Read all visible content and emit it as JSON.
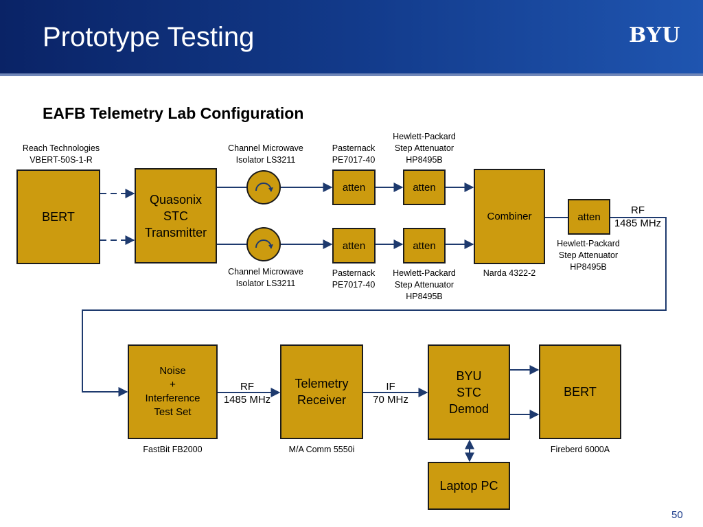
{
  "slide": {
    "title": "Prototype Testing",
    "logo_text": "BYU",
    "subtitle": "EAFB Telemetry Lab Configuration",
    "page_number": "50"
  },
  "colors": {
    "header": "#123a8a",
    "block_fill": "#cc9b0f",
    "wire": "#1e3a6e"
  },
  "blocks": {
    "bert_tx": "BERT",
    "transmitter": "Quasonix\nSTC\nTransmitter",
    "atten_top_1": "atten",
    "atten_top_2": "atten",
    "atten_bot_1": "atten",
    "atten_bot_2": "atten",
    "combiner": "Combiner",
    "atten_out": "atten",
    "noise": "Noise\n+\nInterference\nTest Set",
    "receiver": "Telemetry\nReceiver",
    "demod": "BYU\nSTC\nDemod",
    "bert_rx": "BERT",
    "laptop": "Laptop PC"
  },
  "labels": {
    "reach": "Reach Technologies\nVBERT-50S-1-R",
    "isolator_top": "Channel Microwave\nIsolator LS3211",
    "isolator_bot": "Channel Microwave\nIsolator LS3211",
    "pasternack_top": "Pasternack\nPE7017-40",
    "pasternack_bot": "Pasternack\nPE7017-40",
    "hp_top": "Hewlett-Packard\nStep Attenuator\nHP8495B",
    "hp_bot": "Hewlett-Packard\nStep Attenuator\nHP8495B",
    "hp_out": "Hewlett-Packard\nStep Attenuator\nHP8495B",
    "narda": "Narda 4322-2",
    "rf_out": "RF\n1485 MHz",
    "rf_mid": "RF\n1485 MHz",
    "if_mid": "IF\n70 MHz",
    "fastbit": "FastBit FB2000",
    "macomm": "M/A Comm 5550i",
    "fireberd": "Fireberd 6000A"
  }
}
